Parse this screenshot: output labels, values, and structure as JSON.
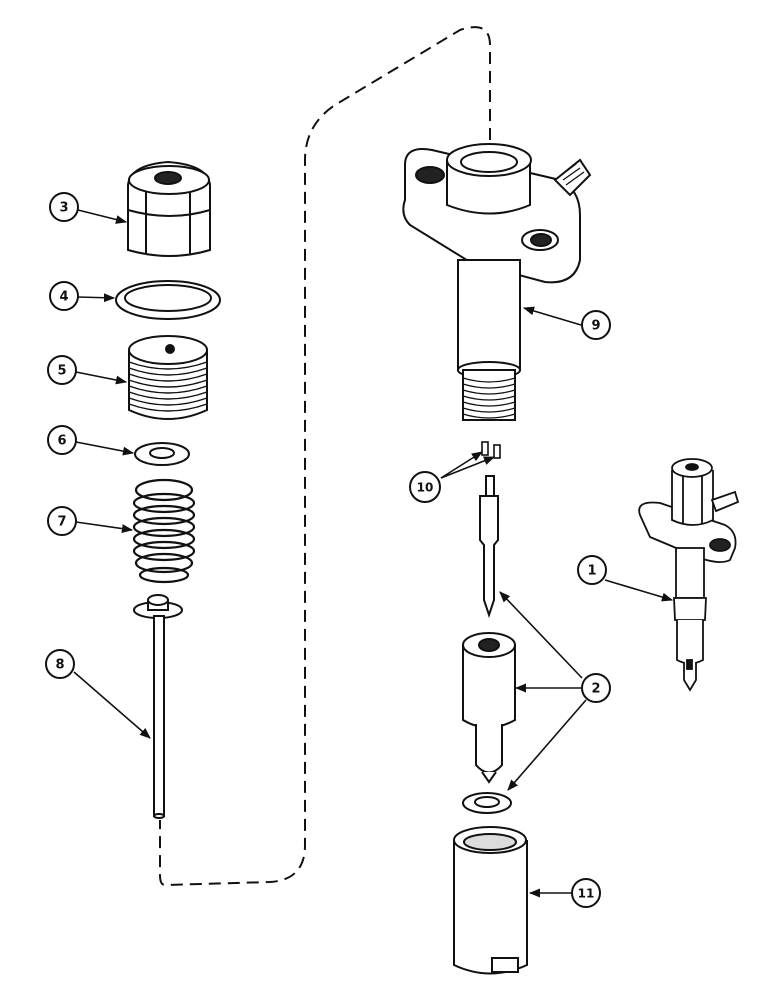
{
  "callouts": {
    "c1": "1",
    "c2": "2",
    "c3": "3",
    "c4": "4",
    "c5": "5",
    "c6": "6",
    "c7": "7",
    "c8": "8",
    "c9": "9",
    "c10": "10",
    "c11": "11"
  },
  "colors": {
    "ink": "#111111",
    "paper": "#ffffff",
    "shade": "#dcdcdc"
  }
}
